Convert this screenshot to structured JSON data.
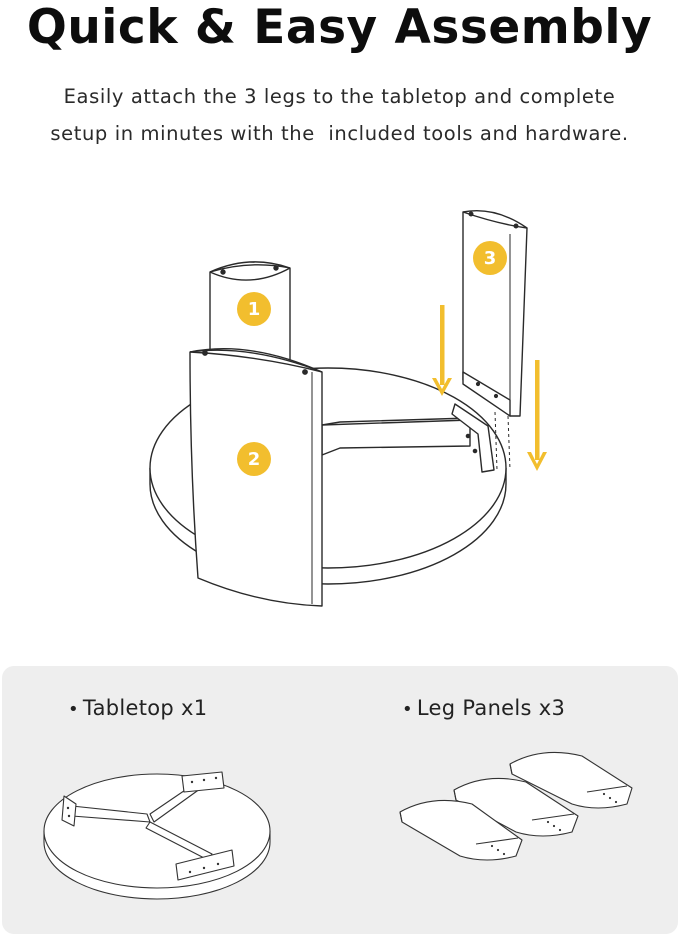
{
  "header": {
    "title": "Quick & Easy Assembly",
    "subtitle_line1": "Easily attach the 3 legs to the tabletop and complete",
    "subtitle_line2": "setup in minutes with the  included tools and hardware."
  },
  "steps": {
    "step1": "1",
    "step2": "2",
    "step3": "3"
  },
  "parts": {
    "tabletop_label": "Tabletop x1",
    "legs_label": "Leg Panels x3",
    "bullet": "•"
  },
  "colors": {
    "accent": "#F2BE2E",
    "line": "#2a2a2a",
    "panel_bg": "#eeeeee"
  }
}
